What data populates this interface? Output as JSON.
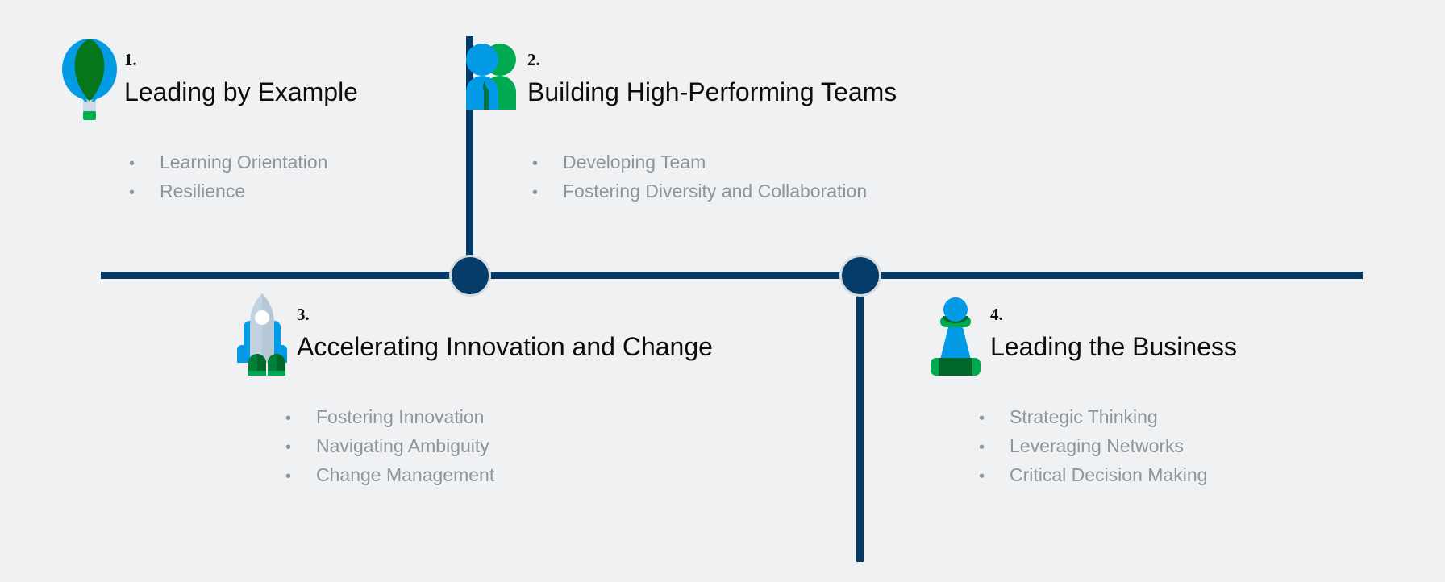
{
  "page": {
    "background_color": "#eff1f2",
    "timeline_color": "#053a68",
    "node_color": "#063c6a",
    "accent_blue": "#039be5",
    "accent_green": "#00a84f",
    "accent_green_dark": "#00682b",
    "bullet_text_color": "#8d949c",
    "title_text_color": "#0d0d0d"
  },
  "milestones": [
    {
      "number": "1.",
      "title": "Leading by Example",
      "icon": "hot-air-balloon-icon",
      "bullets": [
        "Learning Orientation",
        "Resilience"
      ]
    },
    {
      "number": "2.",
      "title": "Building High-Performing Teams",
      "icon": "two-people-icon",
      "bullets": [
        "Developing Team",
        "Fostering Diversity and Collaboration"
      ]
    },
    {
      "number": "3.",
      "title": "Accelerating Innovation and Change",
      "icon": "rocket-icon",
      "bullets": [
        "Fostering Innovation",
        "Navigating Ambiguity",
        "Change Management"
      ]
    },
    {
      "number": "4.",
      "title": "Leading the Business",
      "icon": "chess-pawn-icon",
      "bullets": [
        "Strategic Thinking",
        "Leveraging Networks",
        "Critical Decision Making"
      ]
    }
  ],
  "bullet_glyph": "•"
}
